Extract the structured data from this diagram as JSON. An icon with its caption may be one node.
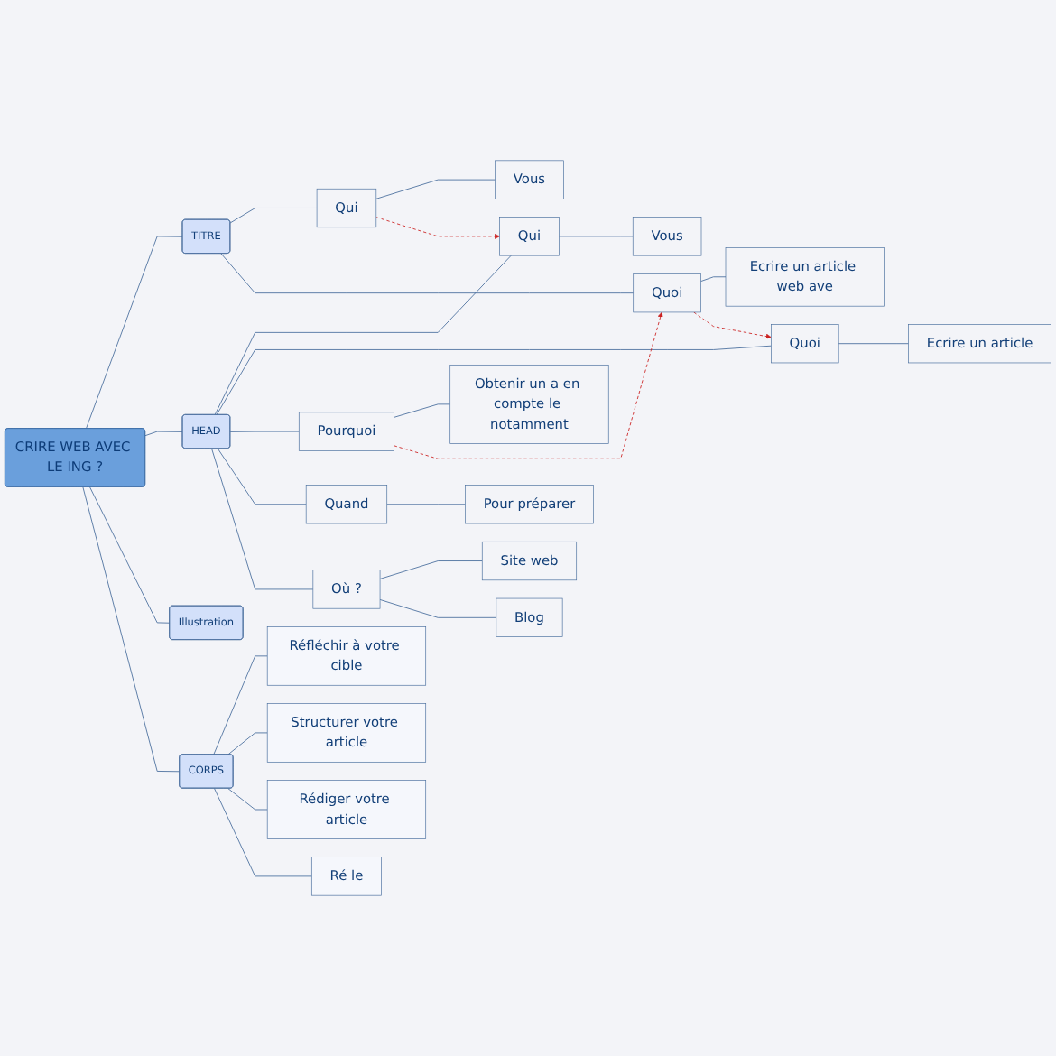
{
  "diagram": {
    "nodes": [
      {
        "text": [
          "CRIRE WEB AVEC LE ING ?"
        ]
      },
      {
        "text": [
          "TITRE"
        ]
      },
      {
        "text": [
          "Qui"
        ]
      },
      {
        "text": [
          "Vous"
        ]
      },
      {
        "text": [
          "Quoi"
        ]
      },
      {
        "text": [
          "Ecrire un article web ave"
        ]
      },
      {
        "text": [
          "HEAD"
        ]
      },
      {
        "text": [
          "Qui"
        ]
      },
      {
        "text": [
          "Vous"
        ]
      },
      {
        "text": [
          "Quoi"
        ]
      },
      {
        "text": [
          "Ecrire un article"
        ]
      },
      {
        "text": [
          "Pourquoi"
        ]
      },
      {
        "text": [
          "Obtenir un a en compte le notamment"
        ]
      },
      {
        "text": [
          "Quand"
        ]
      },
      {
        "text": [
          "Pour préparer"
        ]
      },
      {
        "text": [
          "Où ?"
        ]
      },
      {
        "text": [
          "Site web"
        ]
      },
      {
        "text": [
          "Blog"
        ]
      },
      {
        "text": [
          "Illustration"
        ]
      },
      {
        "text": [
          "CORPS"
        ]
      },
      {
        "text": [
          "Réfléchir à votre cible"
        ]
      },
      {
        "text": [
          "Structurer votre article"
        ]
      },
      {
        "text": [
          "Rédiger votre article"
        ]
      },
      {
        "text": [
          "Ré le"
        ]
      }
    ],
    "edges": [
      {
        "from": 0,
        "to": 1,
        "arrow": "none"
      },
      {
        "from": 0,
        "to": 6,
        "arrow": "none"
      },
      {
        "from": 0,
        "to": 18,
        "arrow": "none"
      },
      {
        "from": 0,
        "to": 19,
        "arrow": "none"
      },
      {
        "from": 1,
        "to": 2,
        "arrow": "none"
      },
      {
        "from": 1,
        "to": 4,
        "arrow": "none"
      },
      {
        "from": 2,
        "to": 3,
        "arrow": "none"
      },
      {
        "from": 4,
        "to": 5,
        "arrow": "none"
      },
      {
        "from": 6,
        "to": 7,
        "arrow": "none"
      },
      {
        "from": 6,
        "to": 9,
        "arrow": "none"
      },
      {
        "from": 6,
        "to": 11,
        "arrow": "none"
      },
      {
        "from": 6,
        "to": 13,
        "arrow": "none"
      },
      {
        "from": 6,
        "to": 15,
        "arrow": "none"
      },
      {
        "from": 7,
        "to": 8,
        "arrow": "none"
      },
      {
        "from": 9,
        "to": 10,
        "arrow": "none"
      },
      {
        "from": 11,
        "to": 12,
        "arrow": "none"
      },
      {
        "from": 13,
        "to": 14,
        "arrow": "none"
      },
      {
        "from": 15,
        "to": 16,
        "arrow": "none"
      },
      {
        "from": 15,
        "to": 17,
        "arrow": "none"
      },
      {
        "from": 19,
        "to": 20,
        "arrow": "none"
      },
      {
        "from": 19,
        "to": 21,
        "arrow": "none"
      },
      {
        "from": 19,
        "to": 22,
        "arrow": "none"
      },
      {
        "from": 19,
        "to": 23,
        "arrow": "none"
      },
      {
        "from": 2,
        "to": 7,
        "arrow": "to",
        "style": "dashed",
        "color": "#cc2222"
      },
      {
        "from": 4,
        "to": 9,
        "arrow": "to",
        "style": "dashed",
        "color": "#cc2222"
      },
      {
        "from": 11,
        "to": 4,
        "arrow": "to",
        "style": "dashed",
        "color": "#cc2222"
      }
    ]
  }
}
